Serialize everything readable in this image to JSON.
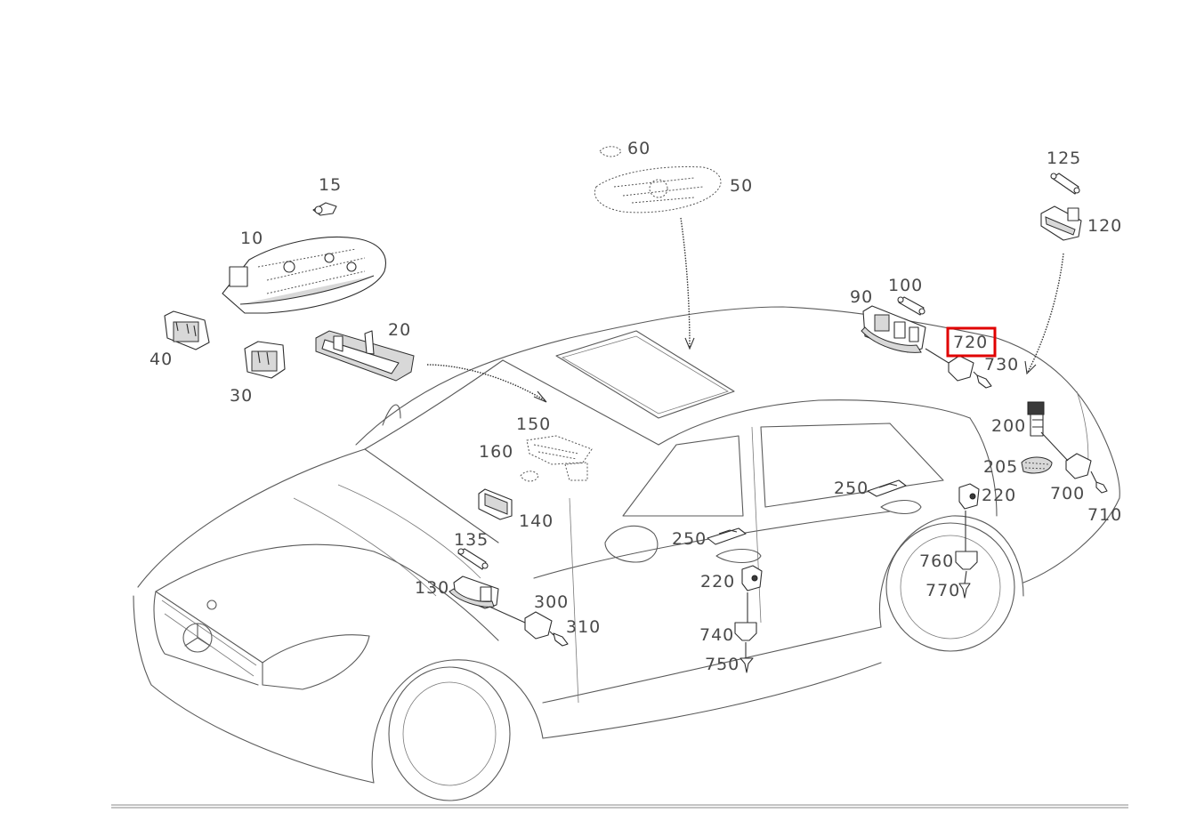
{
  "diagram": {
    "highlight_color": "#e00000",
    "highlighted_part": "720",
    "labels": [
      {
        "id": "p15",
        "text": "15"
      },
      {
        "id": "p10",
        "text": "10"
      },
      {
        "id": "p20",
        "text": "20"
      },
      {
        "id": "p40",
        "text": "40"
      },
      {
        "id": "p30",
        "text": "30"
      },
      {
        "id": "p60",
        "text": "60"
      },
      {
        "id": "p50",
        "text": "50"
      },
      {
        "id": "p125",
        "text": "125"
      },
      {
        "id": "p120",
        "text": "120"
      },
      {
        "id": "p90",
        "text": "90"
      },
      {
        "id": "p100",
        "text": "100"
      },
      {
        "id": "p720",
        "text": "720"
      },
      {
        "id": "p730",
        "text": "730"
      },
      {
        "id": "p150",
        "text": "150"
      },
      {
        "id": "p160",
        "text": "160"
      },
      {
        "id": "p140",
        "text": "140"
      },
      {
        "id": "p135",
        "text": "135"
      },
      {
        "id": "p130",
        "text": "130"
      },
      {
        "id": "p300",
        "text": "300"
      },
      {
        "id": "p310",
        "text": "310"
      },
      {
        "id": "p200",
        "text": "200"
      },
      {
        "id": "p205",
        "text": "205"
      },
      {
        "id": "p700",
        "text": "700"
      },
      {
        "id": "p710",
        "text": "710"
      },
      {
        "id": "p220a",
        "text": "220"
      },
      {
        "id": "p250a",
        "text": "250"
      },
      {
        "id": "p250b",
        "text": "250"
      },
      {
        "id": "p220b",
        "text": "220"
      },
      {
        "id": "p760",
        "text": "760"
      },
      {
        "id": "p770",
        "text": "770"
      },
      {
        "id": "p740",
        "text": "740"
      },
      {
        "id": "p750",
        "text": "750"
      }
    ]
  }
}
